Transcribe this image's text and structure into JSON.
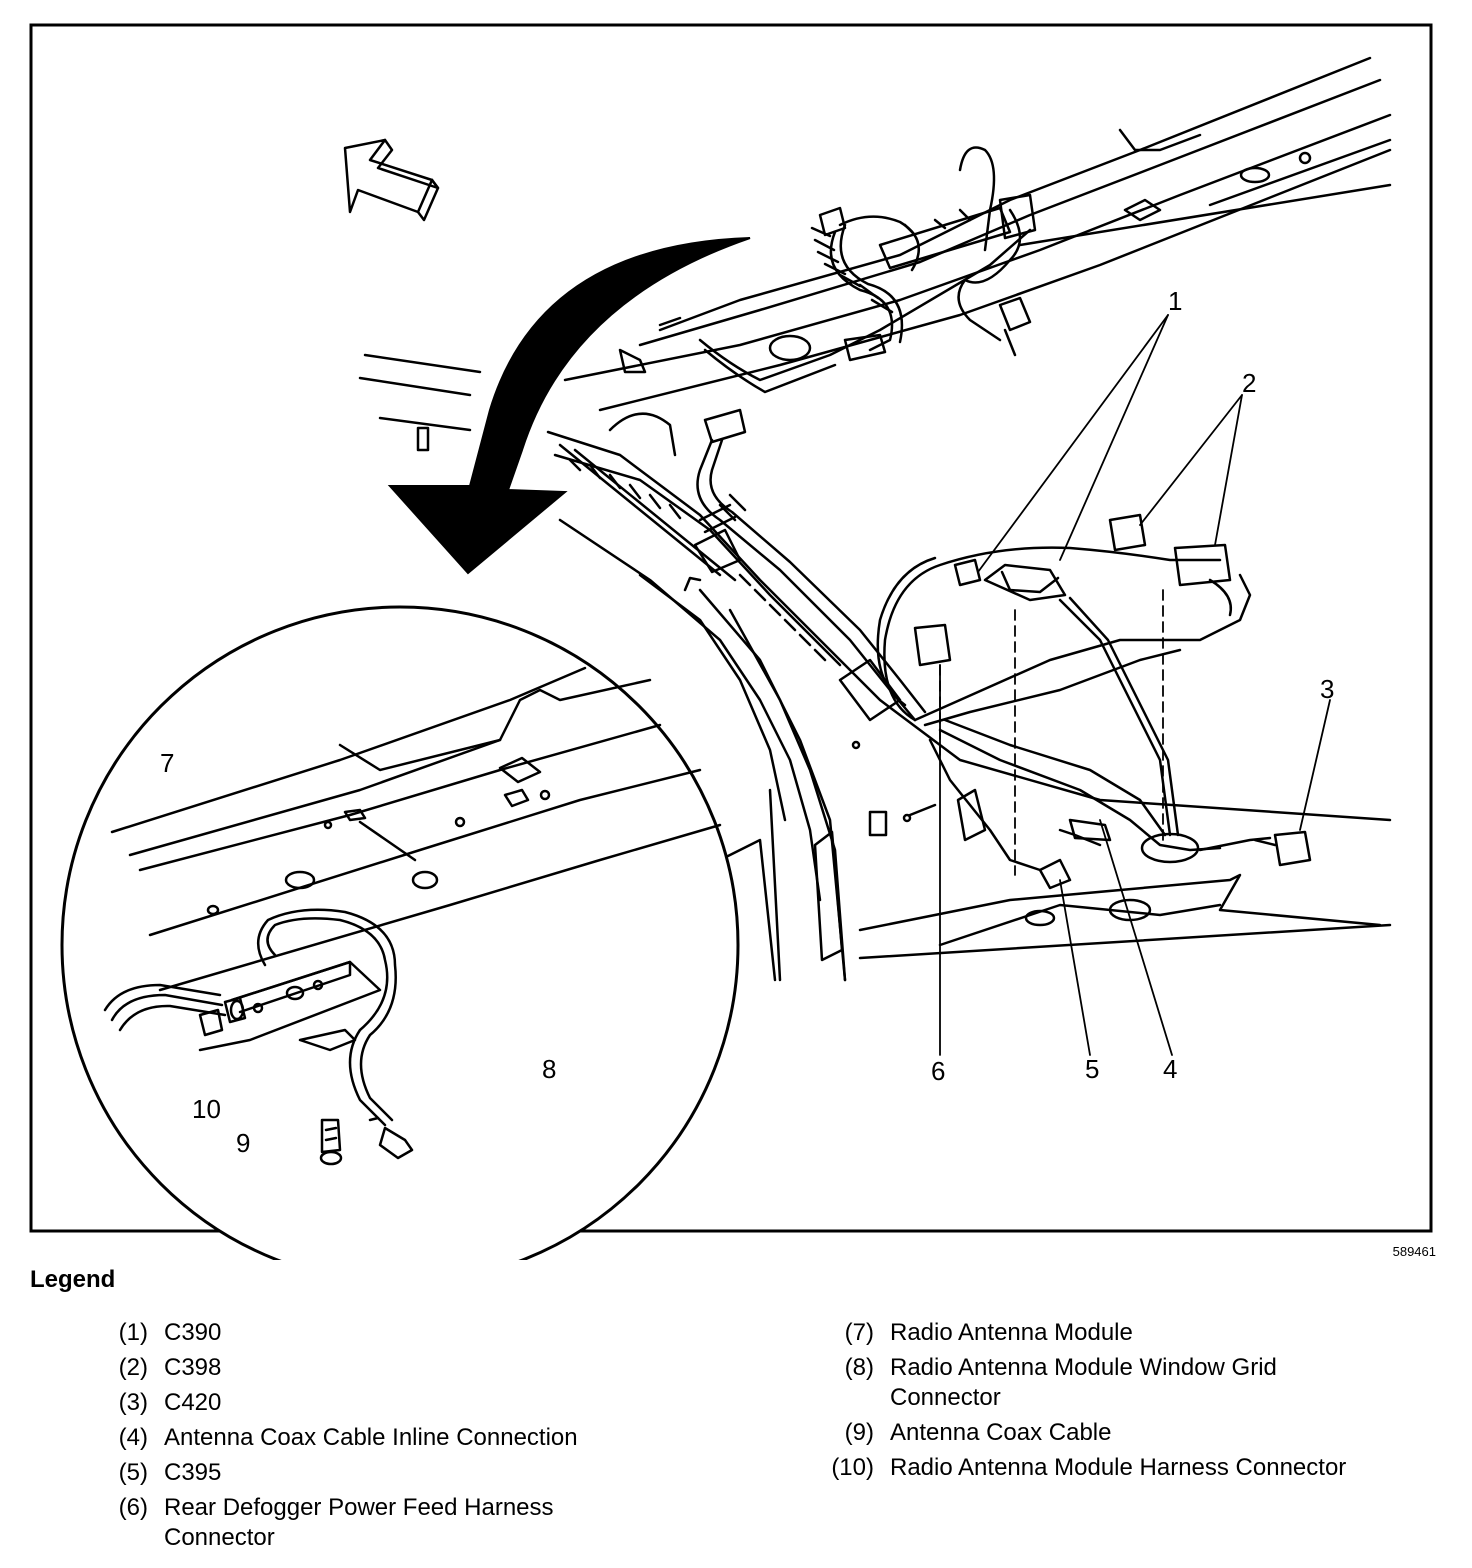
{
  "figure_id": "589461",
  "callouts": [
    "1",
    "2",
    "3",
    "4",
    "5",
    "6",
    "7",
    "8",
    "9",
    "10"
  ],
  "legend": {
    "heading": "Legend",
    "items": [
      {
        "num": "(1)",
        "text": "C390"
      },
      {
        "num": "(2)",
        "text": "C398"
      },
      {
        "num": "(3)",
        "text": "C420"
      },
      {
        "num": "(4)",
        "text": "Antenna Coax Cable Inline Connection"
      },
      {
        "num": "(5)",
        "text": "C395"
      },
      {
        "num": "(6)",
        "text": "Rear Defogger Power Feed Harness Connector"
      },
      {
        "num": "(7)",
        "text": "Radio Antenna Module"
      },
      {
        "num": "(8)",
        "text": "Radio Antenna Module Window Grid Connector"
      },
      {
        "num": "(9)",
        "text": "Antenna Coax Cable"
      },
      {
        "num": "(10)",
        "text": "Radio Antenna Module Harness Connector"
      }
    ]
  }
}
